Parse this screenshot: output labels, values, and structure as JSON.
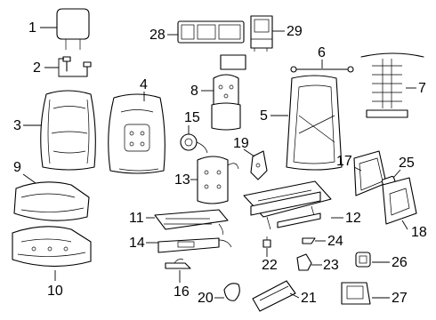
{
  "callouts": {
    "c1": "1",
    "c2": "2",
    "c3": "3",
    "c4": "4",
    "c5": "5",
    "c6": "6",
    "c7": "7",
    "c8": "8",
    "c9": "9",
    "c10": "10",
    "c11": "11",
    "c12": "12",
    "c13": "13",
    "c14": "14",
    "c15": "15",
    "c16": "16",
    "c17": "17",
    "c18": "18",
    "c19": "19",
    "c20": "20",
    "c21": "21",
    "c22": "22",
    "c23": "23",
    "c24": "24",
    "c25": "25",
    "c26": "26",
    "c27": "27",
    "c28": "28",
    "c29": "29"
  },
  "colors": {
    "line": "#000000",
    "background": "#ffffff",
    "shade": "#d9d9d9"
  }
}
